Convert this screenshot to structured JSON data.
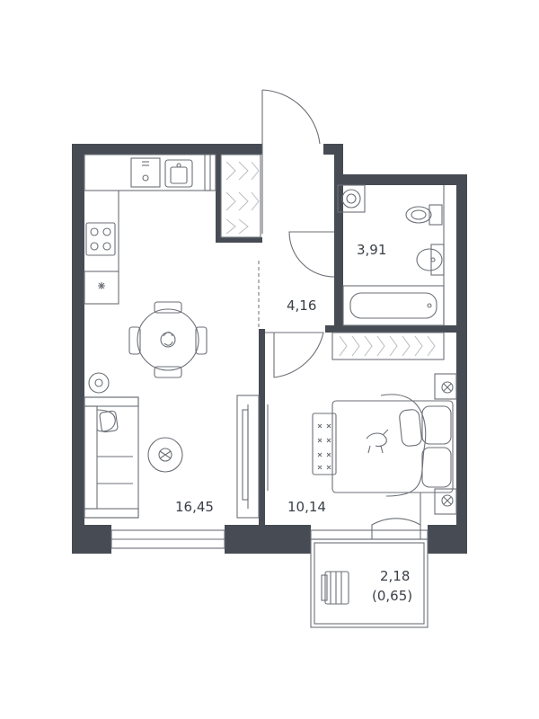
{
  "colors": {
    "wall": "#474b53",
    "line": "#6b6f76",
    "light_line": "#b9bcc1",
    "text": "#3a3f47",
    "background": "#ffffff"
  },
  "rooms": {
    "kitchen_living": {
      "area": "16,45"
    },
    "corridor": {
      "area": "4,16"
    },
    "bathroom": {
      "area": "3,91"
    },
    "bedroom": {
      "area": "10,14"
    },
    "balcony": {
      "area": "2,18",
      "reduced_area": "(0,65)"
    }
  }
}
